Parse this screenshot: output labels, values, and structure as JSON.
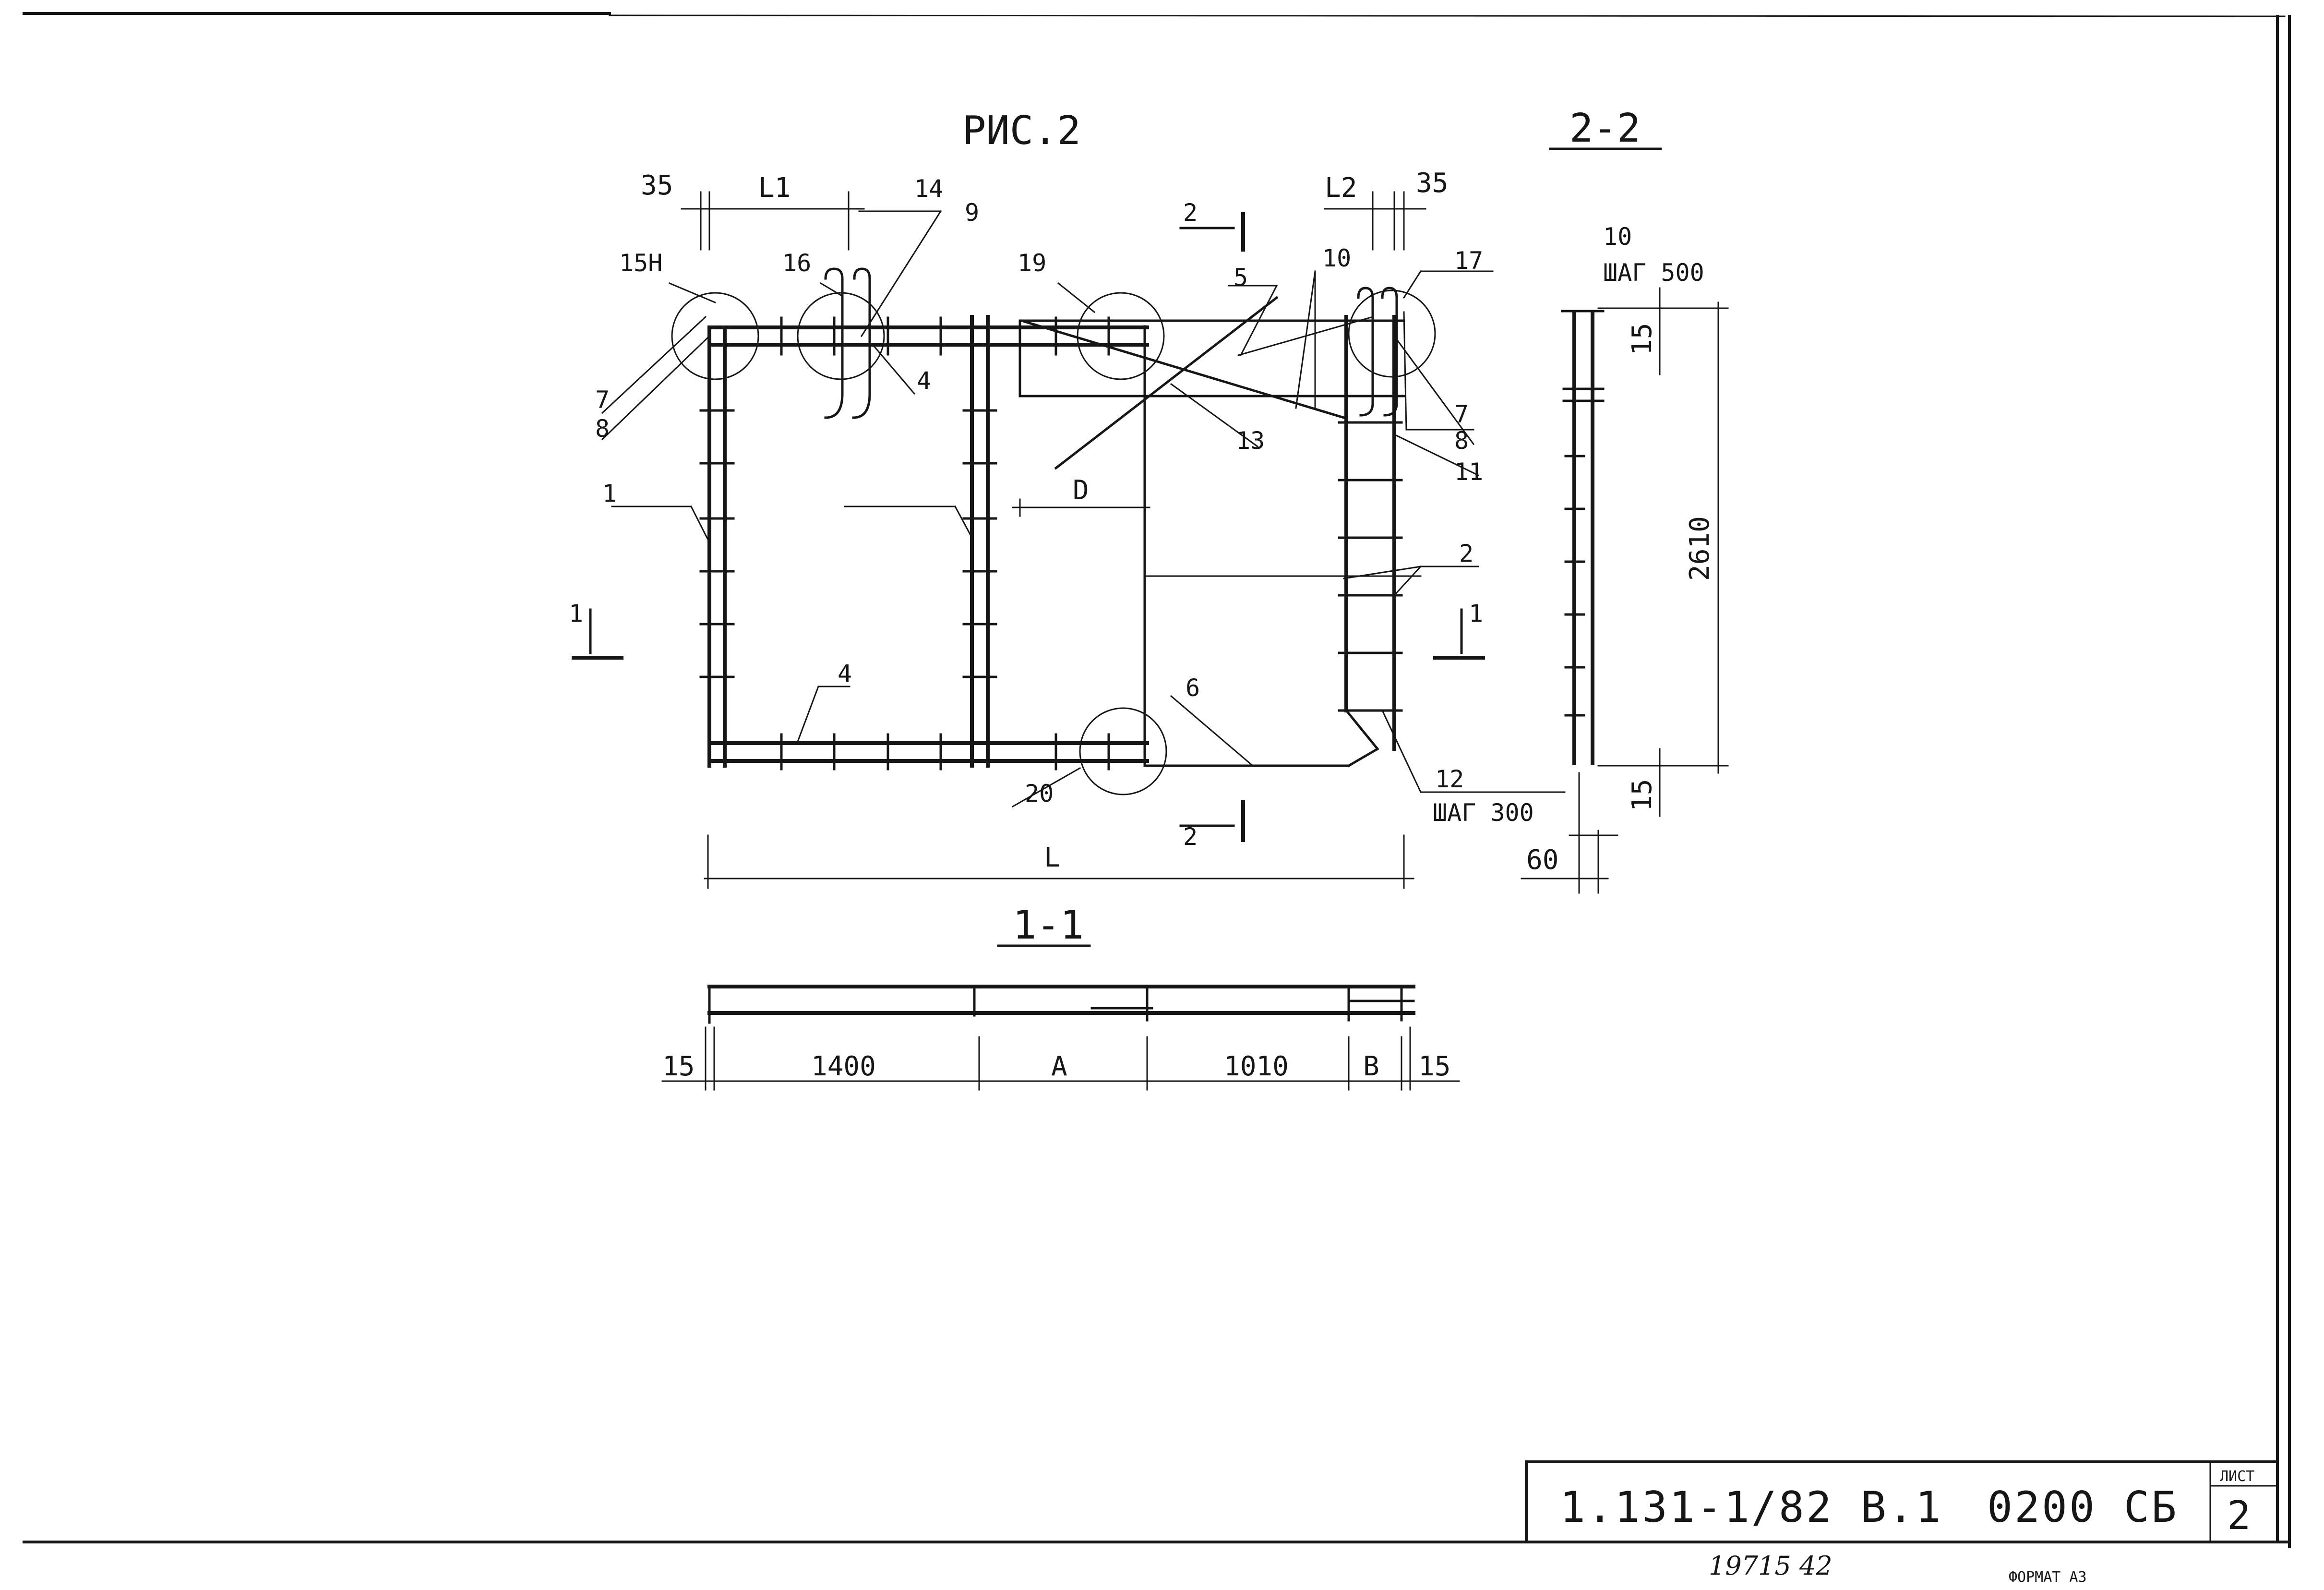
{
  "drawing": {
    "title": "РИС.2",
    "section_2_2": "2-2",
    "section_1_1": "1-1",
    "section_marks": {
      "one": "1",
      "two": "2"
    },
    "callouts": {
      "c15n": "15Н",
      "c16": "16",
      "c14": "14",
      "c9": "9",
      "c19": "19",
      "c5": "5",
      "c10": "10",
      "c17": "17",
      "c7": "7",
      "c8": "8",
      "c4": "4",
      "c13": "13",
      "c11": "11",
      "c1": "1",
      "c2": "2",
      "c6": "6",
      "c20": "20",
      "c12": "12"
    },
    "pitch_500": "ШАГ 500",
    "pitch_300": "ШАГ 300",
    "dims": {
      "d35": "35",
      "L1": "L1",
      "L2": "L2",
      "D": "D",
      "L": "L",
      "d15": "15",
      "d1400": "1400",
      "A": "A",
      "d1010": "1010",
      "B": "B",
      "d2610": "2610",
      "d60": "60"
    }
  },
  "title_block": {
    "code": "1.131-1/82 В.1",
    "doc": "0200 СБ",
    "sheet_label": "ЛИСТ",
    "sheet_number": "2"
  },
  "footer": {
    "handwritten": "19715 42",
    "format": "ФОРМАТ А3"
  }
}
